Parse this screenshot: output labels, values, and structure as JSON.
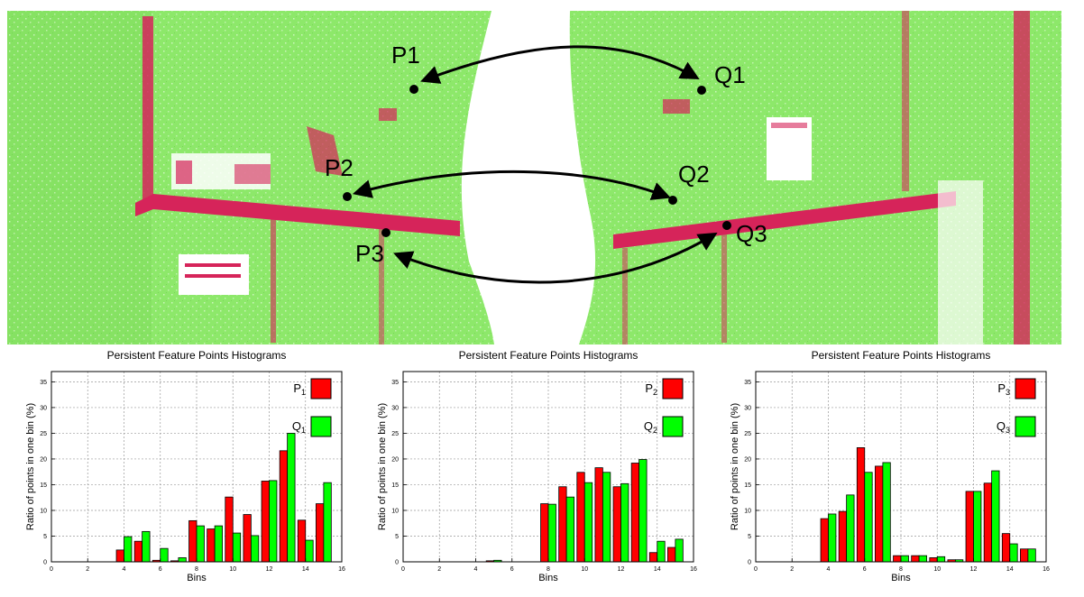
{
  "scene": {
    "labels": [
      {
        "id": "p1",
        "text": "P1"
      },
      {
        "id": "q1",
        "text": "Q1"
      },
      {
        "id": "p2",
        "text": "P2"
      },
      {
        "id": "q2",
        "text": "Q2"
      },
      {
        "id": "p3",
        "text": "P3"
      },
      {
        "id": "q3",
        "text": "Q3"
      }
    ],
    "colors": {
      "surface": "#8de86a",
      "edge": "#d6245a",
      "gap": "#ffffff",
      "marker": "#000000"
    }
  },
  "colors": {
    "p_series": "#ff0000",
    "q_series": "#00ff00"
  },
  "chart_data": [
    {
      "type": "bar",
      "title": "Persistent Feature Points Histograms",
      "xlabel": "Bins",
      "ylabel": "Ratio of points in one bin (%)",
      "xlim": [
        0,
        16
      ],
      "ylim": [
        0,
        37
      ],
      "xticks": [
        0,
        2,
        4,
        6,
        8,
        10,
        12,
        14,
        16
      ],
      "yticks": [
        0,
        5,
        10,
        15,
        20,
        25,
        30,
        35
      ],
      "grid": true,
      "legend_position": "top-right",
      "x": [
        1,
        2,
        3,
        4,
        5,
        6,
        7,
        8,
        9,
        10,
        11,
        12,
        13,
        14,
        15
      ],
      "series": [
        {
          "name": "P1",
          "legend": {
            "base": "P",
            "sub": "1"
          },
          "color": "#ff0000",
          "values": [
            0,
            0,
            0,
            2.3,
            4.0,
            0.3,
            0.2,
            8.0,
            6.4,
            12.6,
            9.2,
            15.7,
            21.6,
            8.1,
            11.3
          ]
        },
        {
          "name": "Q1",
          "legend": {
            "base": "Q",
            "sub": "1"
          },
          "color": "#00ff00",
          "values": [
            0,
            0,
            0,
            4.9,
            5.9,
            2.6,
            0.8,
            7.0,
            7.0,
            5.6,
            5.1,
            15.8,
            25.0,
            4.2,
            15.4
          ]
        }
      ]
    },
    {
      "type": "bar",
      "title": "Persistent Feature Points Histograms",
      "xlabel": "Bins",
      "ylabel": "Ratio of points in one bin (%)",
      "xlim": [
        0,
        16
      ],
      "ylim": [
        0,
        37
      ],
      "xticks": [
        0,
        2,
        4,
        6,
        8,
        10,
        12,
        14,
        16
      ],
      "yticks": [
        0,
        5,
        10,
        15,
        20,
        25,
        30,
        35
      ],
      "grid": true,
      "legend_position": "top-right",
      "x": [
        1,
        2,
        3,
        4,
        5,
        6,
        7,
        8,
        9,
        10,
        11,
        12,
        13,
        14,
        15
      ],
      "series": [
        {
          "name": "P2",
          "legend": {
            "base": "P",
            "sub": "2"
          },
          "color": "#ff0000",
          "values": [
            0,
            0,
            0,
            0,
            0.2,
            0,
            0,
            11.3,
            14.6,
            17.4,
            18.3,
            14.6,
            19.2,
            1.8,
            2.8
          ]
        },
        {
          "name": "Q2",
          "legend": {
            "base": "Q",
            "sub": "2"
          },
          "color": "#00ff00",
          "values": [
            0,
            0,
            0,
            0,
            0.3,
            0,
            0,
            11.2,
            12.6,
            15.4,
            17.4,
            15.2,
            19.9,
            4.0,
            4.4
          ]
        }
      ]
    },
    {
      "type": "bar",
      "title": "Persistent Feature Points Histograms",
      "xlabel": "Bins",
      "ylabel": "Ratio of points in one bin (%)",
      "xlim": [
        0,
        16
      ],
      "ylim": [
        0,
        37
      ],
      "xticks": [
        0,
        2,
        4,
        6,
        8,
        10,
        12,
        14,
        16
      ],
      "yticks": [
        0,
        5,
        10,
        15,
        20,
        25,
        30,
        35
      ],
      "grid": true,
      "legend_position": "top-right",
      "x": [
        1,
        2,
        3,
        4,
        5,
        6,
        7,
        8,
        9,
        10,
        11,
        12,
        13,
        14,
        15
      ],
      "series": [
        {
          "name": "P3",
          "legend": {
            "base": "P",
            "sub": "3"
          },
          "color": "#ff0000",
          "values": [
            0,
            0,
            0,
            8.4,
            9.8,
            22.2,
            18.6,
            1.2,
            1.2,
            0.8,
            0.4,
            13.7,
            15.3,
            5.5,
            2.5
          ]
        },
        {
          "name": "Q3",
          "legend": {
            "base": "Q",
            "sub": "3"
          },
          "color": "#00ff00",
          "values": [
            0,
            0,
            0,
            9.3,
            13.0,
            17.4,
            19.3,
            1.2,
            1.2,
            1.0,
            0.4,
            13.7,
            17.7,
            3.5,
            2.5
          ]
        }
      ]
    }
  ]
}
